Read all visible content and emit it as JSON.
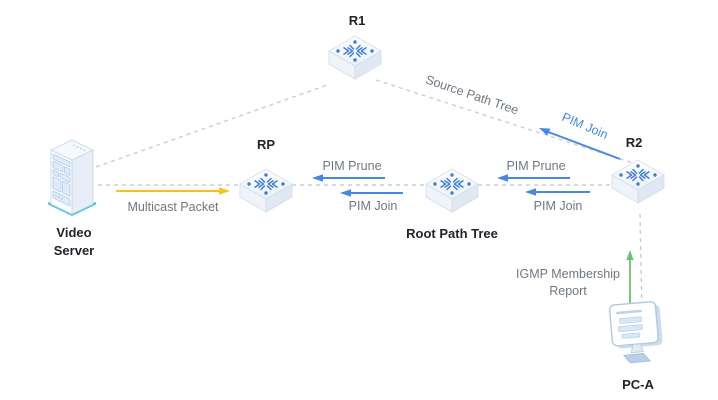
{
  "nodes": {
    "r1": {
      "label": "R1",
      "type": "router"
    },
    "rp": {
      "label": "RP",
      "type": "router"
    },
    "r2": {
      "label": "R2",
      "type": "router"
    },
    "root_path_tree": {
      "label": "Root Path Tree",
      "type": "router"
    },
    "video_server": {
      "label": "Video Server",
      "type": "server"
    },
    "pc_a": {
      "label": "PC-A",
      "type": "pc"
    }
  },
  "edges": {
    "source_path_tree": {
      "label": "Source Path Tree",
      "style": "dashed",
      "color": "#C7CEDA"
    },
    "pim_join_r2_r1": {
      "label": "PIM Join",
      "direction": "R2 to R1",
      "color": "#4687E6"
    },
    "multicast_packet": {
      "label": "Multicast Packet",
      "direction": "Video Server to RP",
      "color": "#F5C31F"
    },
    "pim_prune_mid_rp": {
      "label": "PIM Prune",
      "direction": "to RP",
      "color": "#4687E6"
    },
    "pim_join_mid_rp": {
      "label": "PIM Join",
      "direction": "to RP",
      "color": "#4687E6"
    },
    "pim_prune_r2_mid": {
      "label": "PIM Prune",
      "direction": "to Root Path Tree router",
      "color": "#4687E6"
    },
    "pim_join_r2_mid": {
      "label": "PIM Join",
      "direction": "to Root Path Tree router",
      "color": "#4687E6"
    },
    "igmp_membership_report": {
      "label": "IGMP Membership Report",
      "direction": "PC-A to R2",
      "color": "#6FBF73"
    }
  },
  "colors": {
    "arrow_blue": "#4687E6",
    "arrow_yellow": "#F5C31F",
    "arrow_green": "#6FBF73",
    "line_dashed": "#C7CEDA",
    "label_gray": "#6E7780",
    "device_label": "#20242B",
    "icon_blue": "#3E7CD6"
  }
}
